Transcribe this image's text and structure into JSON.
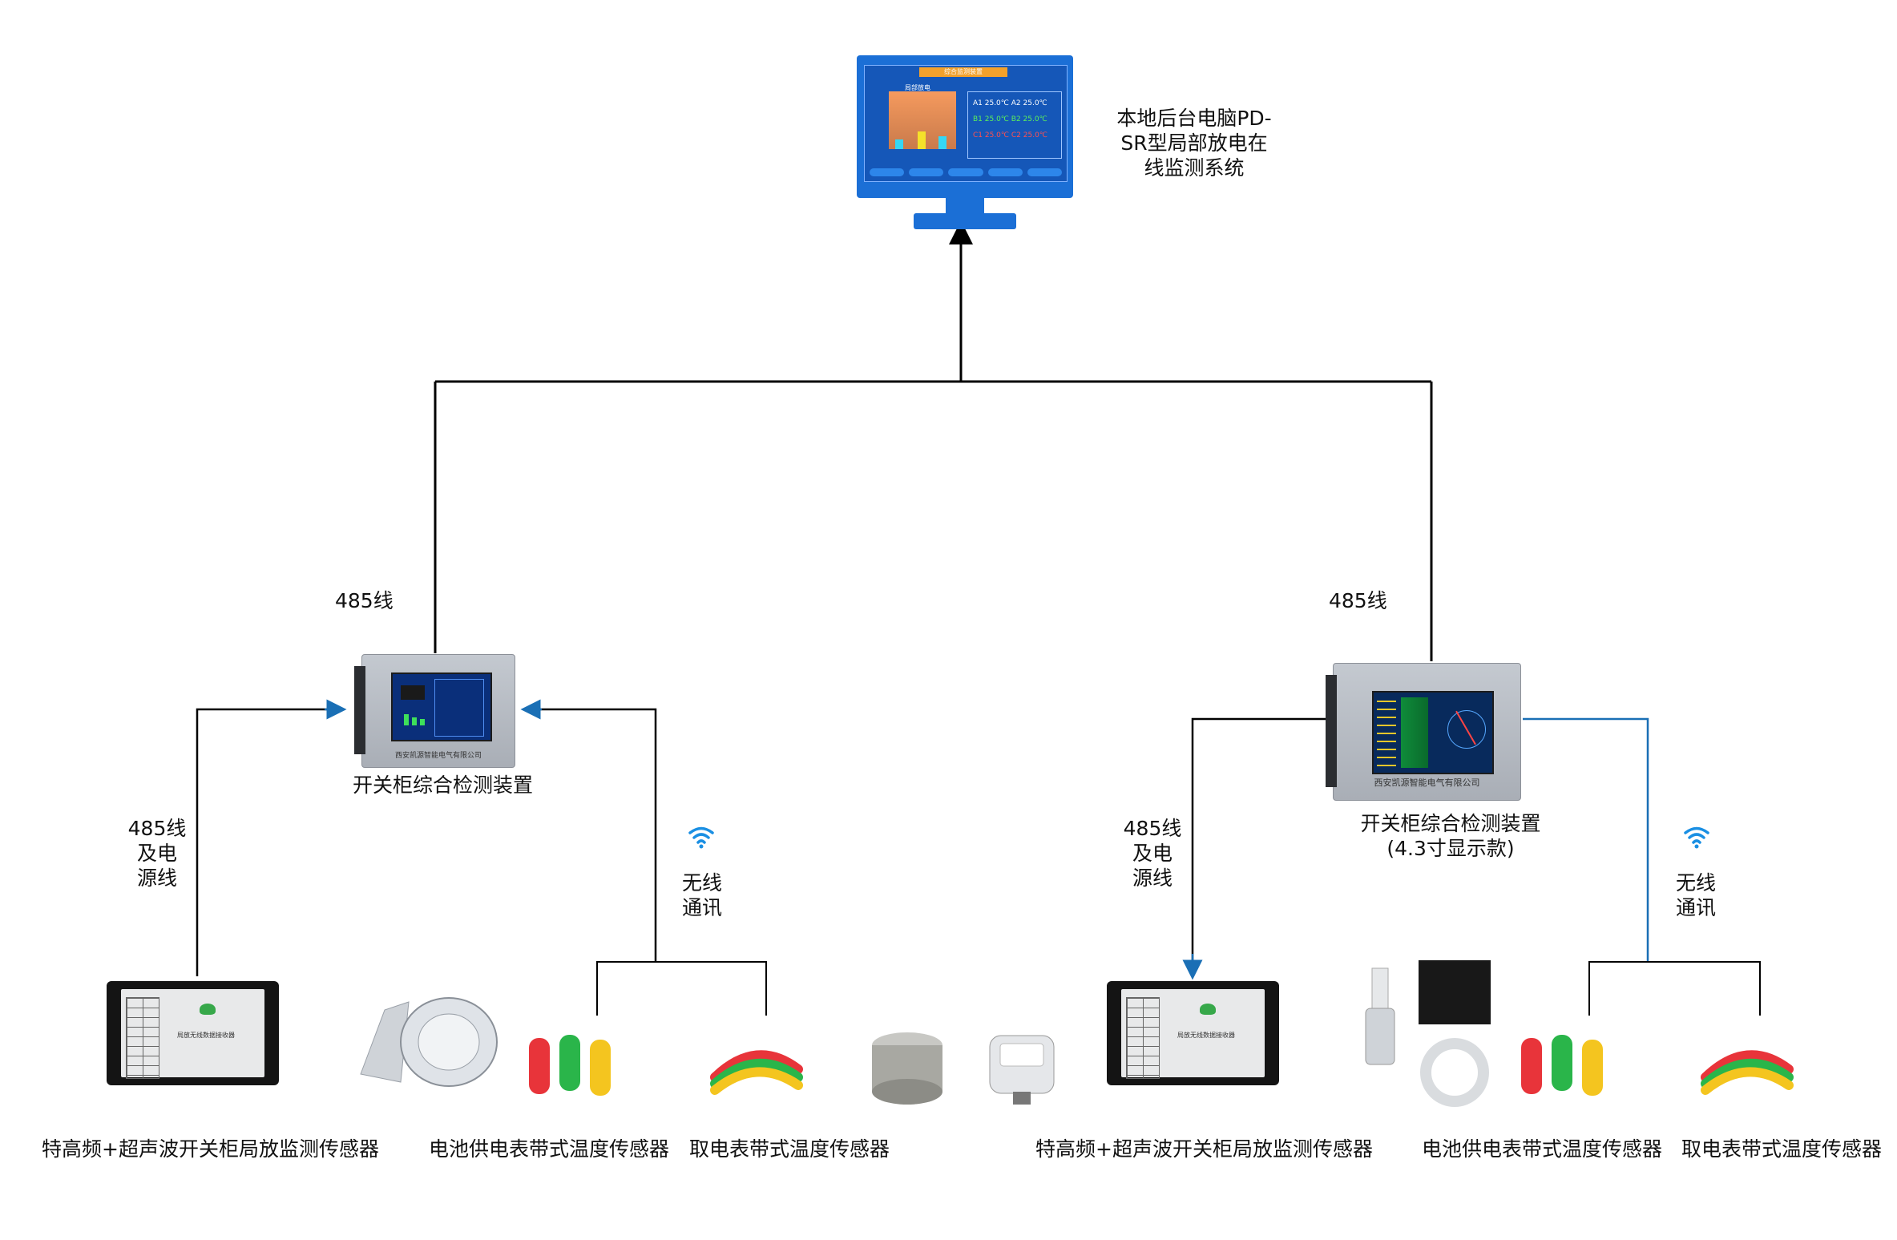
{
  "top_system": {
    "label_line1": "本地后台电脑PD-",
    "label_line2": "SR型局部放电在",
    "label_line3": "线监测系统",
    "screen_title": "综合监测装置",
    "screen_subtitle": "局部放电",
    "readings": [
      "A1 25.0℃",
      "A2 25.0℃",
      "B1 25.0℃",
      "B2 25.0℃",
      "C1 25.0℃",
      "C2 25.0℃"
    ]
  },
  "left_branch": {
    "bus_label": "485线",
    "device_label": "开关柜综合检测装置",
    "device_maker": "西安凯源智能电气有限公司",
    "wired_label_line1": "485线",
    "wired_label_line2": "及电",
    "wired_label_line3": "源线",
    "wireless_label_line1": "无线",
    "wireless_label_line2": "通讯",
    "sensor_labels": [
      "特高频+超声波开关柜局放监测传感器",
      "电池供电表带式温度传感器",
      "取电表带式温度传感器"
    ]
  },
  "right_branch": {
    "bus_label": "485线",
    "device_label_line1": "开关柜综合检测装置",
    "device_label_line2": "(4.3寸显示款)",
    "device_maker": "西安凯源智能电气有限公司",
    "wired_label_line1": "485线",
    "wired_label_line2": "及电",
    "wired_label_line3": "源线",
    "wireless_label_line1": "无线",
    "wireless_label_line2": "通讯",
    "sensor_labels": [
      "特高频+超声波开关柜局放监测传感器",
      "电池供电表带式温度传感器",
      "取电表带式温度传感器"
    ]
  },
  "collector_label": "局放无线数据接收器",
  "colors": {
    "monitor_blue": "#1b6fd6",
    "wifi_blue": "#1a8fe3",
    "wire": "#000000",
    "wire_blue": "#1a6fb5"
  }
}
